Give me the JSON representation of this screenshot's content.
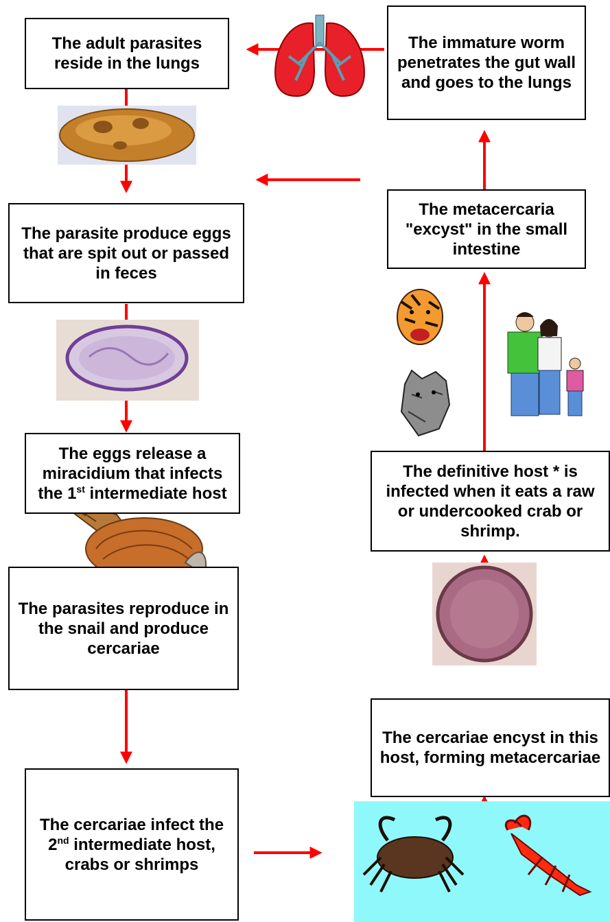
{
  "colors": {
    "arrow": "#ff0000",
    "box_border": "#000000",
    "water": "#8ff8fb"
  },
  "steps": {
    "adult_lungs": "The adult parasites reside in the lungs",
    "immature_worm": "The immature worm penetrates the gut wall and goes to the lungs",
    "produce_eggs": "The parasite produce eggs that are spit out or passed in feces",
    "metacercaria_excyst": "The metacercaria \"excyst\" in the small intestine",
    "miracidium": {
      "before": "The eggs release a miracidium that infects the 1",
      "sup": "st",
      "after": " intermediate host"
    },
    "definitive_host": "The definitive host * is infected when it eats a raw or undercooked crab or shrimp.",
    "reproduce_snail": "The parasites reproduce in the snail and produce cercariae",
    "cercariae_encyst": "The cercariae encyst in this host, forming metacercariae",
    "cercariae_infect": {
      "before": "The cercariae infect the 2",
      "sup": "nd",
      "after": " intermediate host, crabs or shrimps"
    }
  },
  "illustrations": [
    "lungs-icon",
    "adult-worm-image",
    "egg-micrograph",
    "snail-image",
    "tiger-icon",
    "wolf-icon",
    "family-icon",
    "metacercaria-micrograph",
    "crab-icon",
    "crayfish-icon"
  ]
}
